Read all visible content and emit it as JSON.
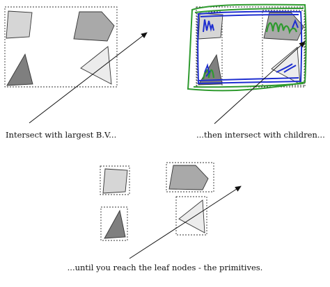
{
  "captions": {
    "step1": "Intersect with largest B.V...",
    "step2": "...then intersect with children...",
    "step3": "...until you reach the leaf nodes - the primitives."
  },
  "colors": {
    "background": "#ffffff",
    "bounding_volume_stroke": "#333333",
    "ray": "#111111",
    "primitive_light": "#d6d6d6",
    "primitive_medium": "#a9a9a9",
    "primitive_dark": "#7f7f7f",
    "primitive_pale": "#ececec",
    "annotation_green": "#2e9a2e",
    "annotation_blue": "#1f2fd0"
  },
  "panels": [
    {
      "name": "step1-largest-bv"
    },
    {
      "name": "step2-children"
    },
    {
      "name": "step3-leaf-nodes"
    }
  ]
}
